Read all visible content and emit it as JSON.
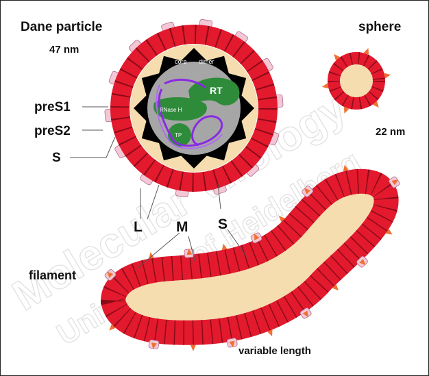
{
  "labels": {
    "dane_particle": "Dane particle",
    "dane_size": "47 nm",
    "sphere": "sphere",
    "sphere_size": "22 nm",
    "filament": "filament",
    "variable_length": "variable length",
    "preS1": "preS1",
    "preS2": "preS2",
    "S_left": "S",
    "L": "L",
    "M": "M",
    "S_bottom": "S",
    "core": "core",
    "dimer": "dimer",
    "RT": "RT",
    "RNaseH": "RNase H",
    "TP": "TP"
  },
  "watermark": {
    "line1": "Molecular Virology",
    "line2": "University of Heidelberg"
  },
  "colors": {
    "red": "#e3192e",
    "red_dark": "#8a0b17",
    "beige": "#f5ddb0",
    "black": "#000000",
    "green": "#2e8b3a",
    "purple": "#8a2be2",
    "pink": "#f3c8d6",
    "orange": "#f07030"
  }
}
